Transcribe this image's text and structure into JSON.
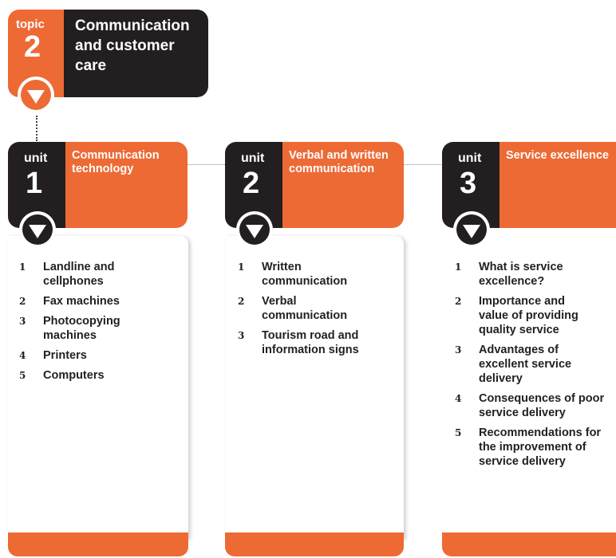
{
  "topic": {
    "label": "topic",
    "number": "2",
    "title": "Communication and customer care",
    "badge_icon": "down-triangle-icon"
  },
  "colors": {
    "orange": "#ed6a35",
    "dark": "#231f20",
    "white": "#ffffff"
  },
  "units": [
    {
      "label": "unit",
      "number": "1",
      "title": "Communication technology",
      "items": [
        {
          "num": "1",
          "text": "Landline and cellphones"
        },
        {
          "num": "2",
          "text": "Fax machines"
        },
        {
          "num": "3",
          "text": "Photocopying machines"
        },
        {
          "num": "4",
          "text": "Printers"
        },
        {
          "num": "5",
          "text": "Computers"
        }
      ]
    },
    {
      "label": "unit",
      "number": "2",
      "title": "Verbal and written communication",
      "items": [
        {
          "num": "1",
          "text": "Written communication"
        },
        {
          "num": "2",
          "text": "Verbal communication"
        },
        {
          "num": "3",
          "text": "Tourism road and information signs"
        }
      ]
    },
    {
      "label": "unit",
      "number": "3",
      "title": "Service excellence",
      "items": [
        {
          "num": "1",
          "text": "What is service excellence?"
        },
        {
          "num": "2",
          "text": "Importance and value of providing quality service"
        },
        {
          "num": "3",
          "text": "Advantages of excellent service delivery"
        },
        {
          "num": "4",
          "text": "Consequences of poor service delivery"
        },
        {
          "num": "5",
          "text": "Recommendations for the improvement of service delivery"
        }
      ]
    }
  ]
}
